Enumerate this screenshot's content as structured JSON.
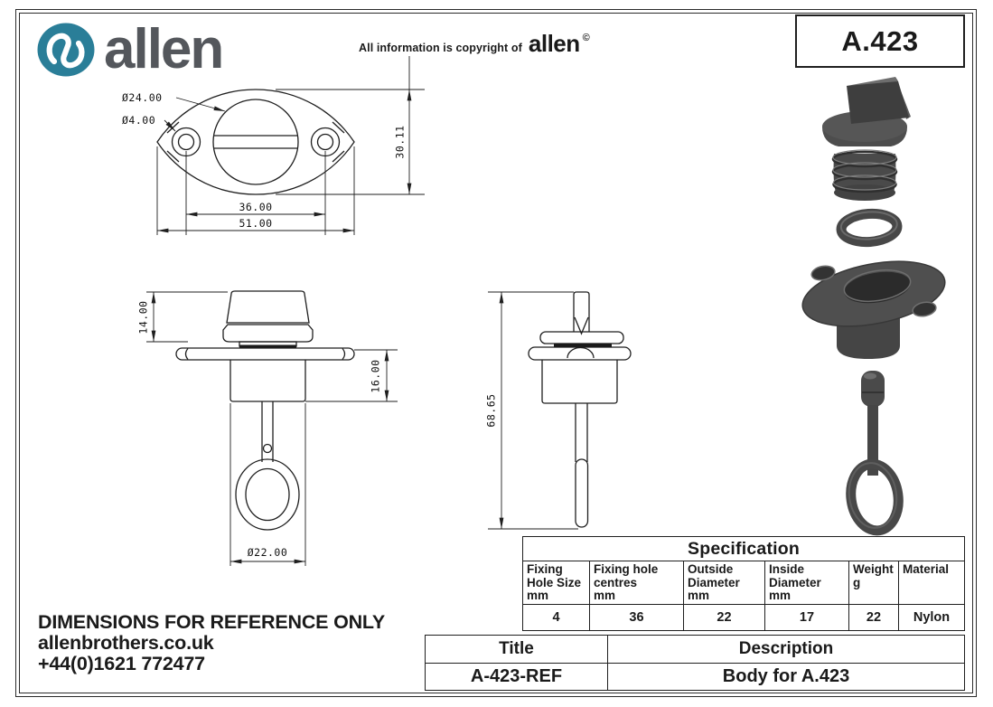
{
  "header": {
    "logo": {
      "brand": "allen",
      "circle_color": "#2a7e98",
      "text_color": "#54575c"
    },
    "copyright": {
      "prefix": "All information is copyright of",
      "brand": "allen",
      "symbol": "©"
    },
    "part_code": "A.423"
  },
  "drawings": {
    "render_color": "#4a4a4a",
    "top_view": {
      "dia_flange_hole": "Ø24.00",
      "dia_fixing_hole": "Ø4.00",
      "height": "30.11",
      "hole_centres": "36.00",
      "overall_width": "51.00"
    },
    "front_view": {
      "knob_height": "14.00",
      "spigot_depth": "16.00",
      "spigot_dia": "Ø22.00"
    },
    "side_view": {
      "overall_height": "68.65"
    }
  },
  "spec_table": {
    "title": "Specification",
    "columns": [
      {
        "line1": "Fixing",
        "line2": "Hole Size",
        "line3": "mm",
        "value": "4"
      },
      {
        "line1": "Fixing hole",
        "line2": "centres",
        "line3": "mm",
        "value": "36"
      },
      {
        "line1": "Outside",
        "line2": "Diameter",
        "line3": "mm",
        "value": "22"
      },
      {
        "line1": "Inside",
        "line2": "Diameter",
        "line3": "mm",
        "value": "17"
      },
      {
        "line1": "Weight",
        "line2": "g",
        "value": "22"
      },
      {
        "line1": "Material",
        "value": "Nylon"
      }
    ]
  },
  "title_block": {
    "title_label": "Title",
    "description_label": "Description",
    "title_value": "A-423-REF",
    "description_value": "Body for A.423"
  },
  "footer": {
    "notice": "DIMENSIONS FOR REFERENCE ONLY",
    "website": "allenbrothers.co.uk",
    "phone": "+44(0)1621 772477"
  }
}
